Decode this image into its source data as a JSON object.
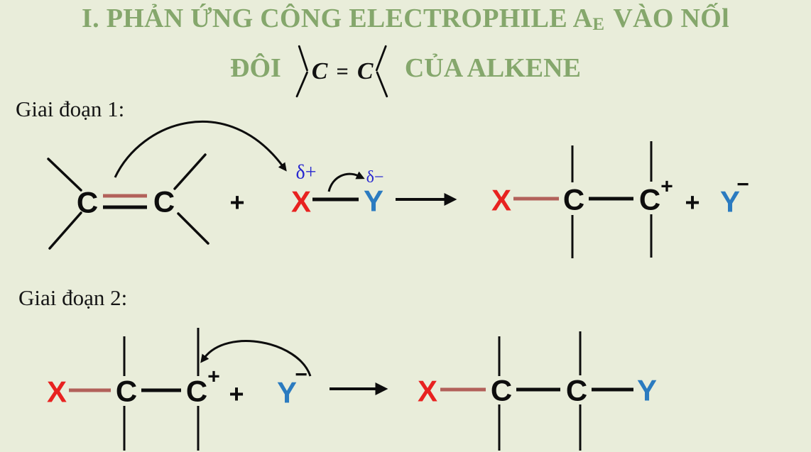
{
  "colors": {
    "background": "#e9edda",
    "title_green": "#85a76c",
    "ink": "#0d0d0d",
    "x_red": "#e82220",
    "y_blue": "#2b7bc0",
    "delta_blue": "#2828d0",
    "bond_red": "#b2615a"
  },
  "title": {
    "line1_main": "I. PHẢN ỨNG CÔNG ELECTROPHILE A",
    "line1_subscript": "E",
    "line1_end": "VÀO NỐl",
    "line2_start": "ĐÔI",
    "formula": {
      "c_left": "C",
      "equals": "=",
      "c_right": "C"
    },
    "line2_end": "CỦA ALKENE"
  },
  "stage1": {
    "label": "Giai đoạn 1:",
    "alkene": {
      "c_left": "C",
      "c_right": "C"
    },
    "plus": "+",
    "reagent": {
      "delta_plus": "δ+",
      "delta_minus": "δ−",
      "x": "X",
      "y": "Y"
    },
    "product": {
      "x": "X",
      "c_left": "C",
      "c_right": "C",
      "charge": "+",
      "plus": "+",
      "y": "Y",
      "y_charge": "−"
    }
  },
  "stage2": {
    "label": "Giai đoạn 2:",
    "reactant": {
      "x": "X",
      "c_left": "C",
      "c_right": "C",
      "charge": "+",
      "plus": "+",
      "y": "Y",
      "y_charge": "−"
    },
    "product": {
      "x": "X",
      "c_left": "C",
      "c_right": "C",
      "y": "Y"
    }
  }
}
